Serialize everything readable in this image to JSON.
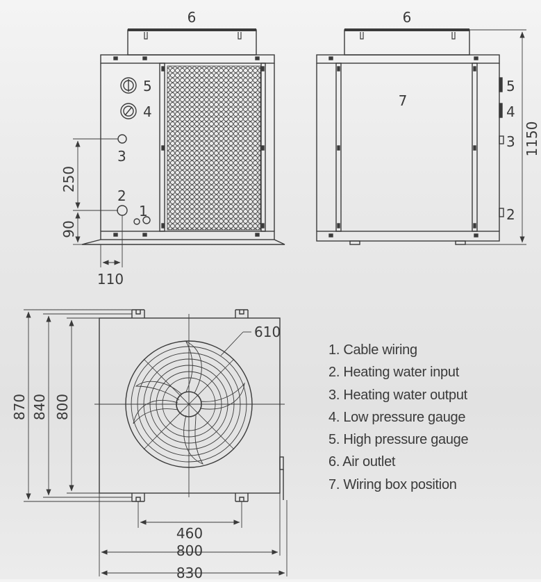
{
  "front_view": {
    "top_label": "6",
    "labels": {
      "gauge_high": "5",
      "gauge_low": "4",
      "output": "3",
      "input": "2",
      "cable": "1"
    },
    "dims": {
      "output_spacing": "250",
      "input_height": "90",
      "input_offset": "110"
    }
  },
  "side_view": {
    "top_label": "6",
    "center_label": "7",
    "labels": {
      "high": "5",
      "low": "4",
      "output": "3",
      "input": "2"
    },
    "height_dim": "1150"
  },
  "top_view": {
    "fan_dim": "610",
    "left_dims": {
      "d870": "870",
      "d840": "840",
      "d800": "800"
    },
    "bottom_dims": {
      "d460": "460",
      "d800": "800",
      "d830": "830"
    }
  },
  "legend": [
    "1. Cable wiring",
    "2. Heating water input",
    "3. Heating water output",
    "4. Low pressure gauge",
    "5. High pressure gauge",
    "6. Air outlet",
    "7. Wiring box position"
  ]
}
